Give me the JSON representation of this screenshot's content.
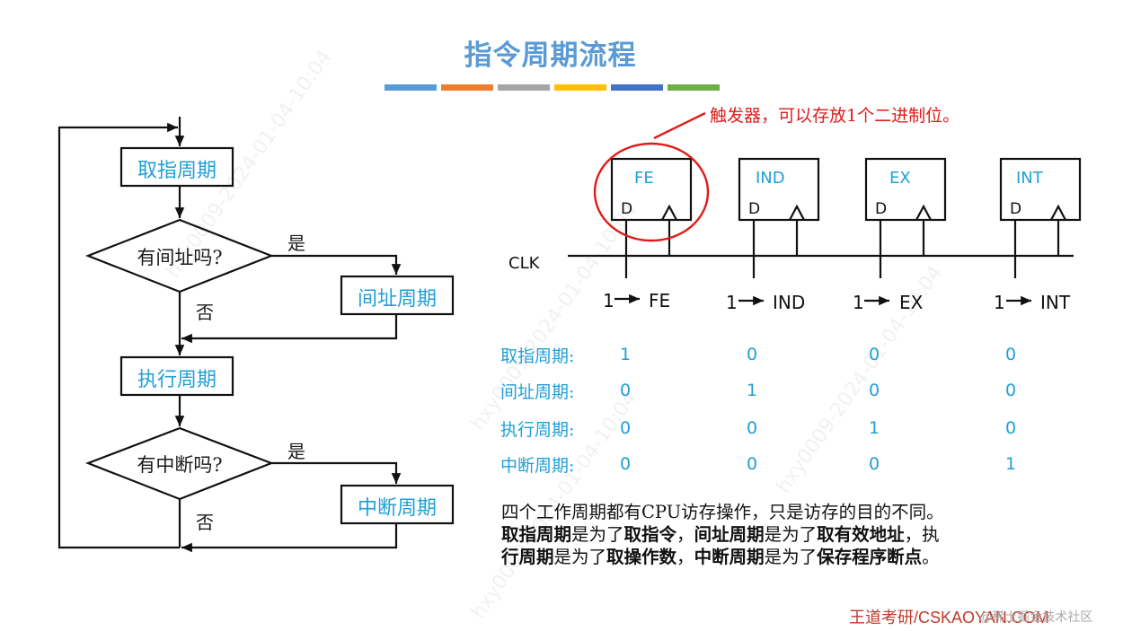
{
  "title": "指令周期流程",
  "accent_colors": [
    "#5b9bd5",
    "#ed7d31",
    "#a5a5a5",
    "#ffc000",
    "#4472c4",
    "#70ad47"
  ],
  "flowchart": {
    "fetch": "取指周期",
    "indirect_q": "有间址吗?",
    "indirect": "间址周期",
    "execute": "执行周期",
    "interrupt_q": "有中断吗?",
    "interrupt": "中断周期",
    "yes1": "是",
    "no1": "否",
    "yes2": "是",
    "no2": "否"
  },
  "callout": "触发器，可以存放1个二进制位。",
  "registers": [
    {
      "name": "FE",
      "d": "D",
      "out_one": "1",
      "out_name": "FE"
    },
    {
      "name": "IND",
      "d": "D",
      "out_one": "1",
      "out_name": "IND"
    },
    {
      "name": "EX",
      "d": "D",
      "out_one": "1",
      "out_name": "EX"
    },
    {
      "name": "INT",
      "d": "D",
      "out_one": "1",
      "out_name": "INT"
    }
  ],
  "clk": "CLK",
  "table": {
    "rows": [
      {
        "label": "取指周期:",
        "values": [
          "1",
          "0",
          "0",
          "0"
        ]
      },
      {
        "label": "间址周期:",
        "values": [
          "0",
          "1",
          "0",
          "0"
        ]
      },
      {
        "label": "执行周期:",
        "values": [
          "0",
          "0",
          "1",
          "0"
        ]
      },
      {
        "label": "中断周期:",
        "values": [
          "0",
          "0",
          "0",
          "1"
        ]
      }
    ]
  },
  "note": {
    "line1": "四个工作周期都有CPU访存操作，只是访存的目的不同。",
    "p1": "取指周期",
    "p2": "是为了",
    "p3": "取指令",
    "p4": "，",
    "p5": "间址周期",
    "p6": "是为了",
    "p7": "取有效地址",
    "p8": "，执",
    "p9": "行周期",
    "p10": "是为了",
    "p11": "取操作数",
    "p12": "，",
    "p13": "中断周期",
    "p14": "是为了",
    "p15": "保存程序断点",
    "p16": "。"
  },
  "logo": "王道考研/CSKAOYAN.COM",
  "logo_sub": "@稀土掘金技术社区",
  "watermark": "hxy0009-2024-01-04-10:04"
}
